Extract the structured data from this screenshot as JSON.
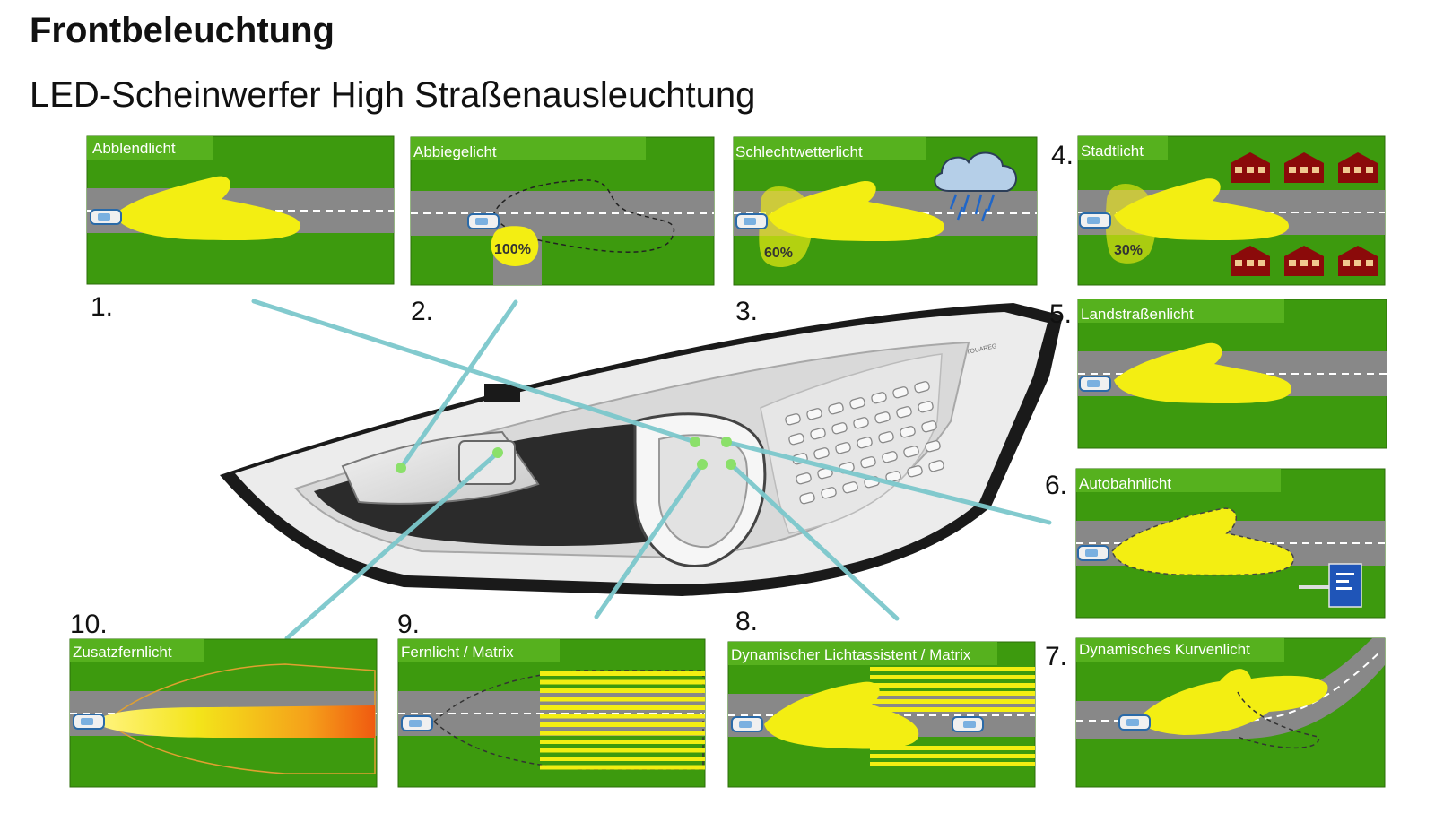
{
  "header": {
    "title": "Frontbeleuchtung",
    "subtitle": "LED-Scheinwerfer High Straßenausleuchtung"
  },
  "colors": {
    "grass": "#3d9a0e",
    "road": "#888888",
    "beam": "#f3ee12",
    "pointer": "#7cc8cc",
    "house": "#8b0a0a",
    "sign": "#1f55b8"
  },
  "headlight": {
    "brand_mark": "TOUAREG"
  },
  "panels": [
    {
      "number": "1.",
      "label": "Abblendlicht"
    },
    {
      "number": "2.",
      "label": "Abbiegelicht",
      "percent": "100%"
    },
    {
      "number": "3.",
      "label": "Schlechtwetterlicht",
      "percent": "60%"
    },
    {
      "number": "4.",
      "label": "Stadtlicht",
      "percent": "30%"
    },
    {
      "number": "5.",
      "label": "Landstraßenlicht"
    },
    {
      "number": "6.",
      "label": "Autobahnlicht"
    },
    {
      "number": "7.",
      "label": "Dynamisches Kurvenlicht"
    },
    {
      "number": "8.",
      "label": "Dynamischer Lichtassistent / Matrix"
    },
    {
      "number": "9.",
      "label": "Fernlicht / Matrix"
    },
    {
      "number": "10.",
      "label": "Zusatzfernlicht"
    }
  ]
}
